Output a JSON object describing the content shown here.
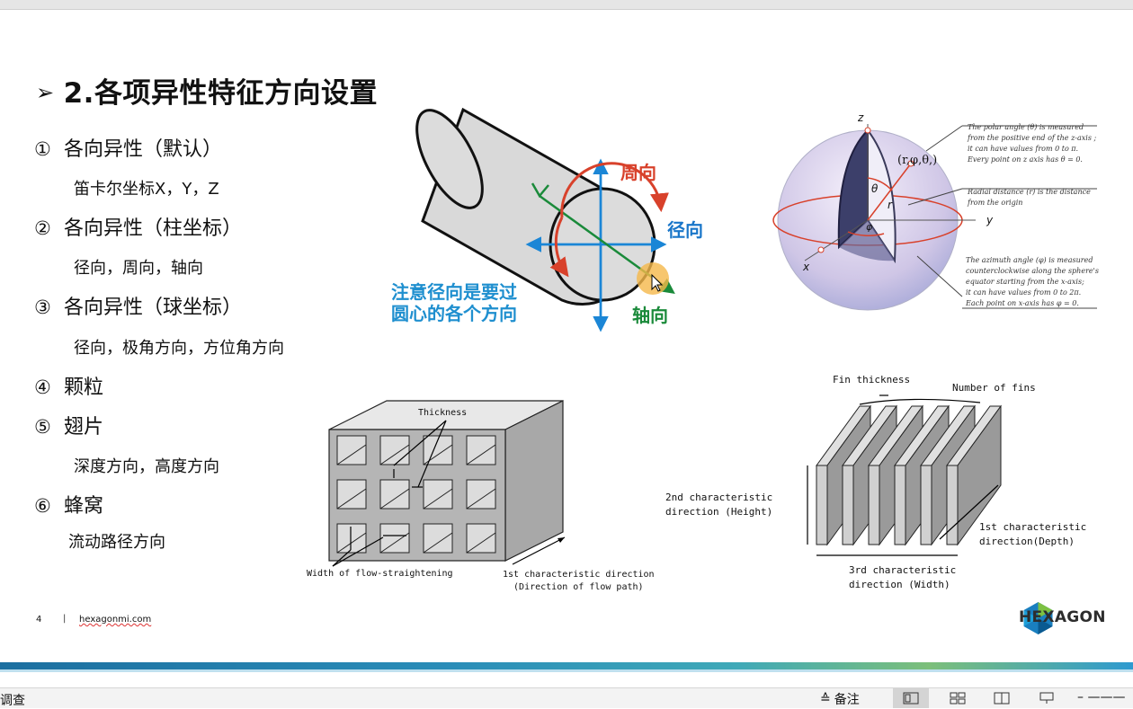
{
  "title": {
    "bullet": "➢",
    "text": "2.各项异性特征方向设置"
  },
  "items": [
    {
      "num": "①",
      "label": "各向异性（默认）",
      "sub": "笛卡尔坐标X，Y，Z"
    },
    {
      "num": "②",
      "label": "各向异性（柱坐标）",
      "sub": "径向，周向，轴向"
    },
    {
      "num": "③",
      "label": "各向异性（球坐标）",
      "sub": "径向，极角方向，方位角方向"
    },
    {
      "num": "④",
      "label": "颗粒",
      "sub": ""
    },
    {
      "num": "⑤",
      "label": "翅片",
      "sub": "深度方向，高度方向"
    },
    {
      "num": "⑥",
      "label": "蜂窝",
      "sub": "流动路径方向"
    }
  ],
  "cylinder": {
    "circ": "周向",
    "radial": "径向",
    "axial": "轴向",
    "note_line1": "注意径向是要过",
    "note_line2": "圆心的各个方向"
  },
  "sphere": {
    "z": "z",
    "y": "y",
    "x": "x",
    "point": "(r,φ,θ,)",
    "theta": "θ",
    "r": "r",
    "phi": "φ",
    "polar": [
      "The polar angle (θ) is measured",
      "from the positive end of the z-axis ;",
      "it can have values from 0 to π.",
      "Every point on z axis has θ = 0."
    ],
    "radial": [
      "Radial distance (r) is the distance",
      "from the origin"
    ],
    "azimuth": [
      "The azimuth angle (φ) is measured",
      "counterclockwise along the sphere's",
      "equator starting from the x-axis;",
      "it can have values from 0 to 2π.",
      "Each point on x-axis has φ = 0."
    ]
  },
  "honeycomb": {
    "thickness": "Thickness",
    "width": "Width of flow-straightening",
    "dir1": "1st characteristic direction",
    "dir2": "(Direction of flow path)"
  },
  "fins": {
    "fin_thickness": "Fin thickness",
    "num_fins": "Number of fins",
    "second1": "2nd characteristic",
    "second2": "direction (Height)",
    "first1": "1st characteristic",
    "first2": "direction(Depth)",
    "third1": "3rd characteristic",
    "third2": "direction (Width)"
  },
  "footer": {
    "page": "4",
    "sep": "|",
    "url": "hexagonmi.com"
  },
  "logo": {
    "text": "HEXAGON",
    "colors": [
      "#1a7fbf",
      "#7dc142",
      "#1c9fd8",
      "#0a5a91"
    ]
  },
  "statusbar": {
    "left": "调查",
    "notes_label": "备注",
    "zoom": "– ———"
  },
  "colors": {
    "red": "#d8412b",
    "blue": "#1b86d6",
    "green": "#1a8a3a",
    "note_blue": "#1f8fcf",
    "label_blue": "#1976c9"
  }
}
